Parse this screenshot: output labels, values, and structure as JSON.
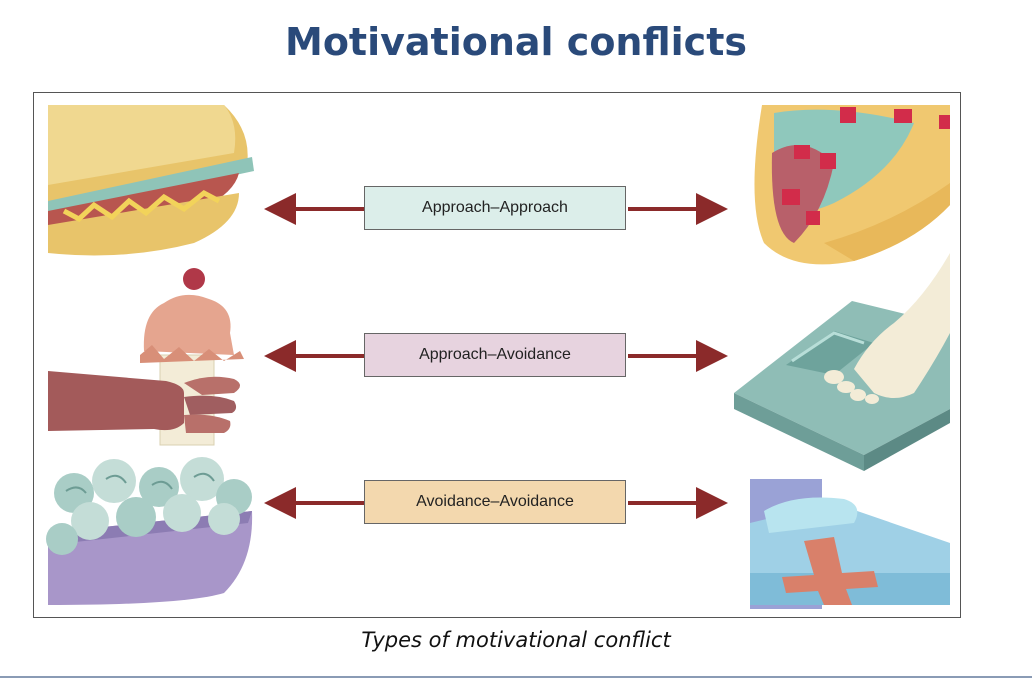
{
  "title": "Motivational conflicts",
  "caption": "Types of motivational conflict",
  "colors": {
    "title": "#2a4a7a",
    "arrow": "#8b2a2a",
    "approach_approach_box": "#dceeea",
    "approach_avoidance_box": "#e7d3df",
    "avoidance_avoidance_box": "#f3d8ae"
  },
  "conflicts": [
    {
      "label": "Approach–Approach",
      "left_icon": "sandwich-icon",
      "right_icon": "taco-icon"
    },
    {
      "label": "Approach–Avoidance",
      "left_icon": "ice-cream-sundae-icon",
      "right_icon": "bathroom-scale-icon"
    },
    {
      "label": "Avoidance–Avoidance",
      "left_icon": "brussels-sprouts-bowl-icon",
      "right_icon": "sick-bed-icon"
    }
  ]
}
